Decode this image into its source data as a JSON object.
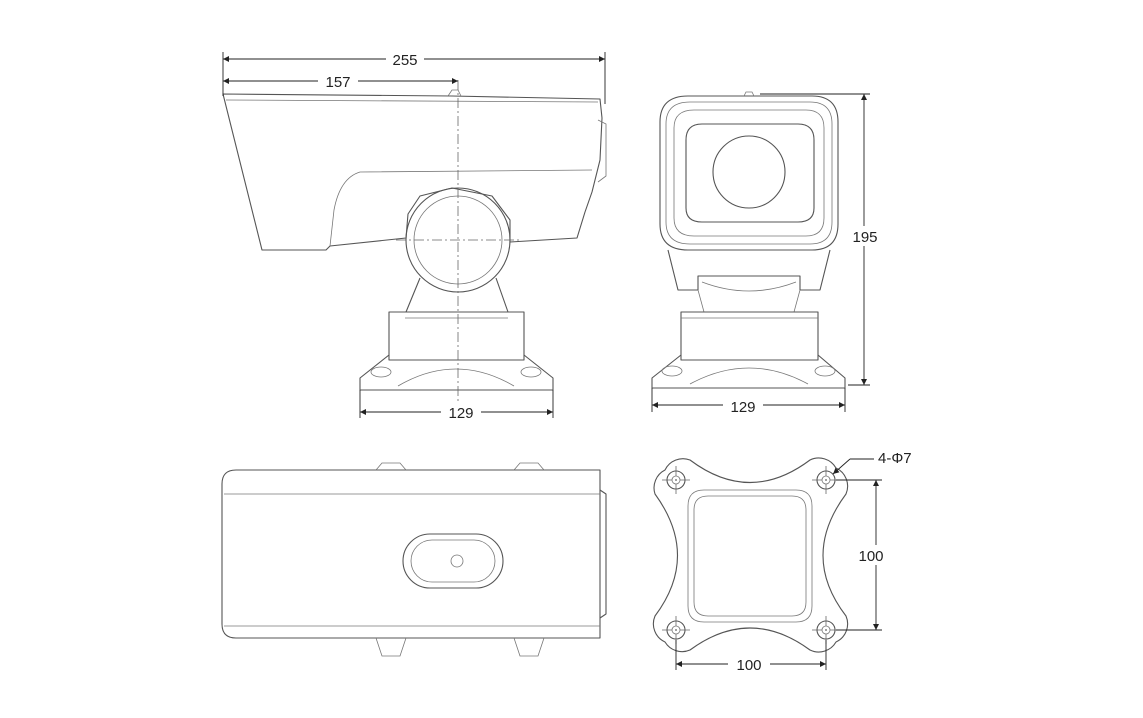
{
  "drawing": {
    "dimensions": {
      "overall_length": "255",
      "pivot_offset": "157",
      "side_base_width": "129",
      "front_height": "195",
      "front_base_width": "129",
      "hole_spec": "4-Φ7",
      "hole_spacing_vertical": "100",
      "hole_spacing_horizontal": "100"
    },
    "colors": {
      "outline": "#555555",
      "dimension": "#222222",
      "background": "#ffffff"
    }
  }
}
